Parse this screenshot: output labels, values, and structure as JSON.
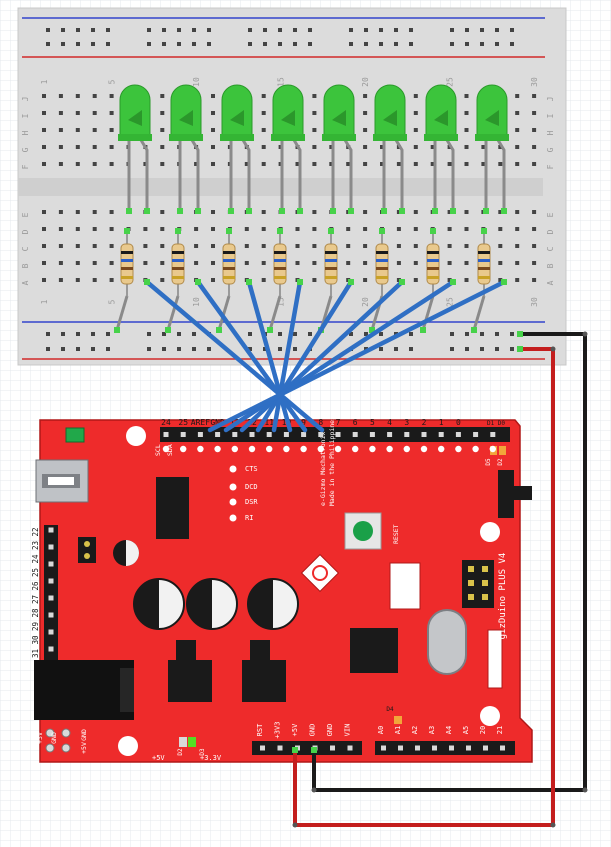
{
  "breadboard": {
    "column_numbers": [
      "1",
      "5",
      "10",
      "15",
      "20",
      "25",
      "30"
    ],
    "top_rows": [
      "J",
      "I",
      "H",
      "G",
      "F"
    ],
    "bottom_rows": [
      "E",
      "D",
      "C",
      "B",
      "A"
    ]
  },
  "leds": {
    "count": 8,
    "color": "#3cc43c"
  },
  "resistors": {
    "count": 8
  },
  "board": {
    "name": "gizDuino PLUS V4",
    "maker_line1": "e-Gizmo Mechatronix",
    "maker_line2": "Made in the Philippines",
    "reset_label": "RESET",
    "serial_labels": [
      "CTS",
      "DCD",
      "DSR",
      "RI"
    ],
    "digital_header_labels": [
      "24",
      "25",
      "AREF",
      "GND",
      "13",
      "12",
      "11",
      "10",
      "9",
      "8",
      "7",
      "6",
      "5",
      "4",
      "3",
      "2",
      "1",
      "0"
    ],
    "extra_labels": [
      "D1",
      "D0",
      "SCL",
      "SDA"
    ],
    "left_header_labels": [
      "22",
      "23",
      "24",
      "25",
      "26",
      "27",
      "28",
      "29",
      "30",
      "31"
    ],
    "power_header_labels": [
      "RST",
      "+3V3",
      "+5V",
      "GND",
      "GND",
      "VIN"
    ],
    "analog_header_labels": [
      "A0",
      "A1",
      "A2",
      "A3",
      "A4",
      "A5",
      "20",
      "21"
    ],
    "bottom_left_labels": [
      "+5V",
      "GND",
      "+5V",
      "GND"
    ],
    "led_labels": [
      "D2",
      "D3",
      "D4",
      "D5"
    ],
    "voltage_labels": [
      "+5V",
      "+3.3V"
    ],
    "color": "#ee2b2b"
  },
  "wires": {
    "signal_color": "#2f6fc4",
    "gnd_color": "#1a1a1a",
    "vcc_color": "#c41e1e"
  }
}
